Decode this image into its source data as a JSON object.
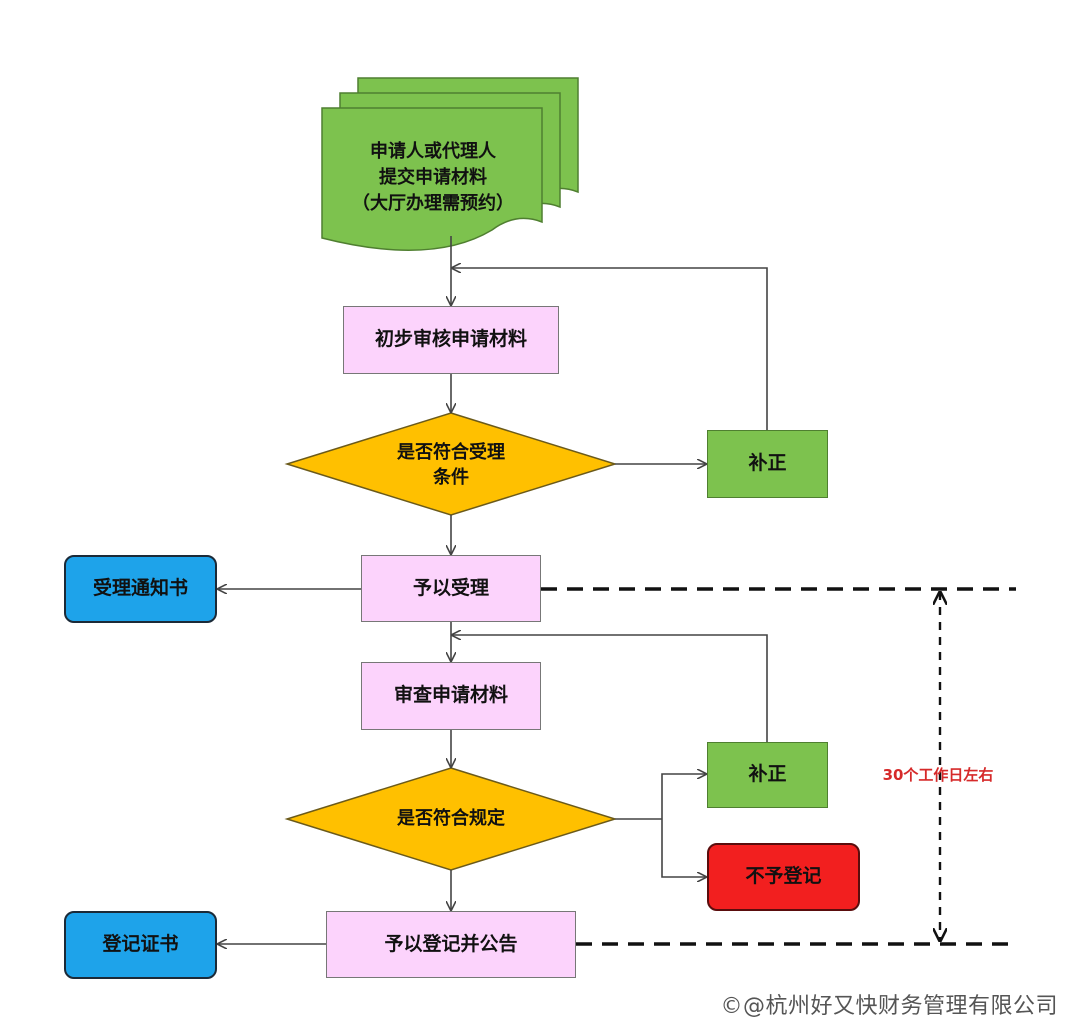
{
  "colors": {
    "process_fill": "#fcd3fc",
    "decision_fill": "#ffc000",
    "correction_fill": "#7dc24e",
    "output_fill": "#1ea3ea",
    "reject_fill": "#f21f1f",
    "duration_text": "#d62a2a"
  },
  "start": {
    "line1": "申请人或代理人",
    "line2": "提交申请材料",
    "line3": "（大厅办理需预约）"
  },
  "steps": {
    "initial_review": "初步审核申请材料",
    "decision_accept_line1": "是否符合受理",
    "decision_accept_line2": "条件",
    "correction_1": "补正",
    "accept": "予以受理",
    "acceptance_notice": "受理通知书",
    "review": "审查申请材料",
    "decision_rules": "是否符合规定",
    "correction_2": "补正",
    "reject": "不予登记",
    "register": "予以登记并公告",
    "certificate": "登记证书"
  },
  "duration_label": "30个工作日左右",
  "watermark": "©@杭州好又快财务管理有限公司"
}
